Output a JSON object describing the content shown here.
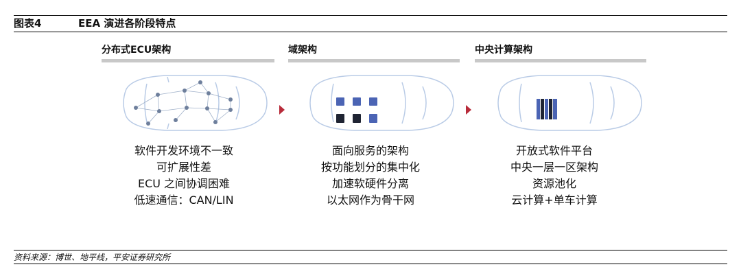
{
  "figure": {
    "label": "图表4",
    "title": "EEA 演进各阶段特点"
  },
  "panels": [
    {
      "heading": "分布式ECU架构",
      "features": [
        "软件开发环境不一致",
        "可扩展性差",
        "ECU 之间协调困难",
        "低速通信：CAN/LIN"
      ]
    },
    {
      "heading": "域架构",
      "features": [
        "面向服务的架构",
        "按功能划分的集中化",
        "加速软硬件分离",
        "以太网作为骨干网"
      ]
    },
    {
      "heading": "中央计算架构",
      "features": [
        "开放式软件平台",
        "中央一层一区架构",
        "资源池化",
        "云计算+单车计算"
      ]
    }
  ],
  "source": "资料来源：博世、地平线，平安证券研究所",
  "colors": {
    "arrow": "#b82b3a",
    "car_outline": "#b9cbe6",
    "node": "#6e7f9c",
    "module": "#4b64b4",
    "module_dark": "#1f2433"
  }
}
